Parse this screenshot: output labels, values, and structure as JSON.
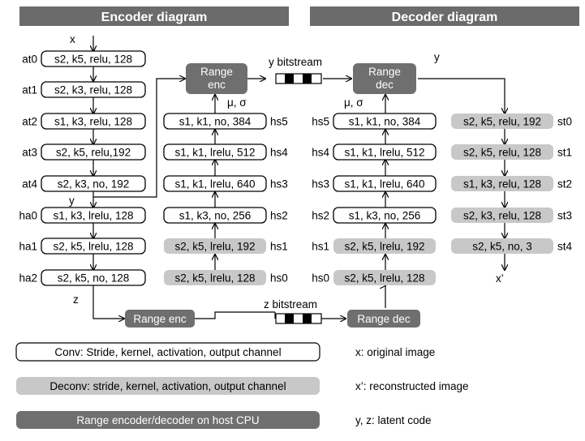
{
  "headers": {
    "encoder": "Encoder diagram",
    "decoder": "Decoder diagram"
  },
  "encoder_analysis": [
    {
      "label": "at0",
      "text": "s2, k5, relu, 128"
    },
    {
      "label": "at1",
      "text": "s2, k3, relu, 128"
    },
    {
      "label": "at2",
      "text": "s1, k3, relu, 128"
    },
    {
      "label": "at3",
      "text": "s2, k5, relu,192"
    },
    {
      "label": "at4",
      "text": "s2, k3, no, 192"
    },
    {
      "label": "ha0",
      "text": "s1, k3, lrelu, 128"
    },
    {
      "label": "ha1",
      "text": "s2, k5, lrelu, 128"
    },
    {
      "label": "ha2",
      "text": "s2, k5, no, 128"
    }
  ],
  "encoder_hyper_synthesis": [
    {
      "label": "hs5",
      "text": "s1, k1, no, 384"
    },
    {
      "label": "hs4",
      "text": "s1, k1, lrelu, 512"
    },
    {
      "label": "hs3",
      "text": "s1, k1, lrelu, 640"
    },
    {
      "label": "hs2",
      "text": "s1, k3, no, 256"
    },
    {
      "label": "hs1",
      "text": "s2, k5, lrelu, 192"
    },
    {
      "label": "hs0",
      "text": "s2, k5, lrelu, 128"
    }
  ],
  "decoder_hyper_synthesis": [
    {
      "label": "hs5",
      "text": "s1, k1, no, 384"
    },
    {
      "label": "hs4",
      "text": "s1, k1, lrelu, 512"
    },
    {
      "label": "hs3",
      "text": "s1, k1, lrelu, 640"
    },
    {
      "label": "hs2",
      "text": "s1, k3, no, 256"
    },
    {
      "label": "hs1",
      "text": "s2, k5, lrelu, 192"
    },
    {
      "label": "hs0",
      "text": "s2, k5, lrelu, 128"
    }
  ],
  "decoder_synthesis": [
    {
      "label": "st0",
      "text": "s2, k5, relu, 192"
    },
    {
      "label": "st1",
      "text": "s2, k5, relu, 128"
    },
    {
      "label": "st2",
      "text": "s1, k3, relu, 128"
    },
    {
      "label": "st3",
      "text": "s2, k3, relu, 128"
    },
    {
      "label": "st4",
      "text": "s2, k5, no, 3"
    }
  ],
  "range": {
    "enc_top_line1": "Range",
    "enc_top_line2": "enc",
    "dec_top_line1": "Range",
    "dec_top_line2": "dec",
    "enc_bottom": "Range enc",
    "dec_bottom": "Range dec"
  },
  "signals": {
    "x": "x",
    "y_enc": "y",
    "z": "z",
    "mu_sigma": "μ, σ",
    "y_bitstream": "y bitstream",
    "z_bitstream": "z bitstream",
    "y_dec": "y",
    "x_hat": "x’"
  },
  "legend": {
    "conv": "Conv: Stride, kernel, activation, output channel",
    "deconv": "Deconv: stride, kernel, activation, output channel",
    "range": "Range encoder/decoder on host CPU",
    "x_desc": "x: original image",
    "xhat_desc": "x’: reconstructed image",
    "latent_desc": "y, z: latent code"
  },
  "colors": {
    "header_bg": "#6b6b6b",
    "range_bg": "#6f6f6f",
    "deconv_bg": "#c8c8c8",
    "conv_bg": "#ffffff",
    "line": "#000000"
  }
}
